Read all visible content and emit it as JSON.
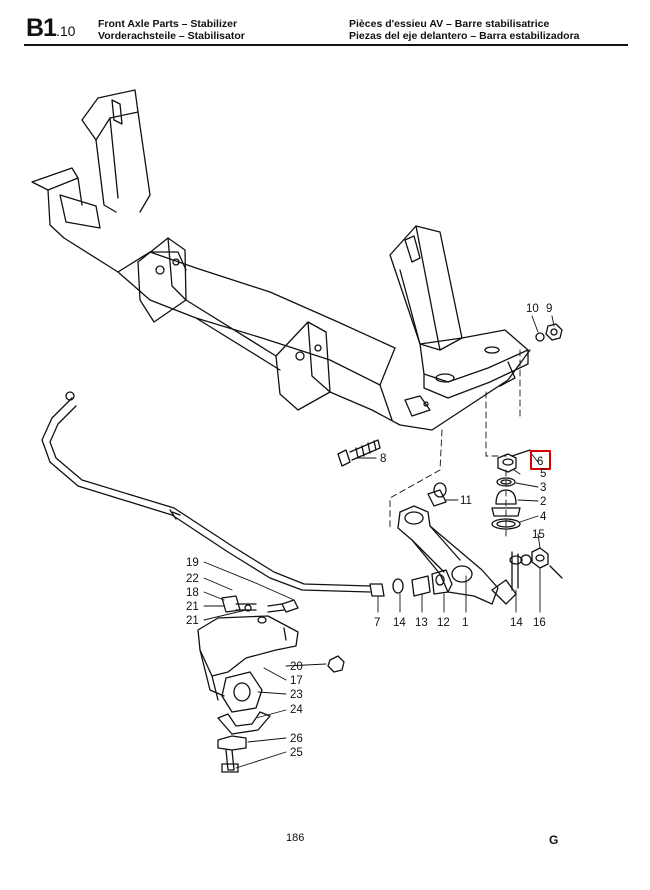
{
  "header": {
    "section_code": "B1",
    "section_sub": ".10",
    "title_en": "Front Axle Parts – Stabilizer",
    "title_de": "Vorderachsteile – Stabilisator",
    "title_fr": "Pièces d'essieu AV – Barre stabilisatrice",
    "title_es": "Piezas del eje delantero – Barra estabilizadora"
  },
  "callouts": [
    "10",
    "9",
    "8",
    "11",
    "6",
    "5",
    "3",
    "2",
    "4",
    "15",
    "19",
    "22",
    "18",
    "21",
    "21",
    "7",
    "14",
    "13",
    "12",
    "1",
    "14",
    "16",
    "20",
    "17",
    "23",
    "24",
    "26",
    "25"
  ],
  "highlight": {
    "label": "6",
    "color": "#d40000"
  },
  "footer": {
    "page_number": "186",
    "group_letter": "G"
  }
}
